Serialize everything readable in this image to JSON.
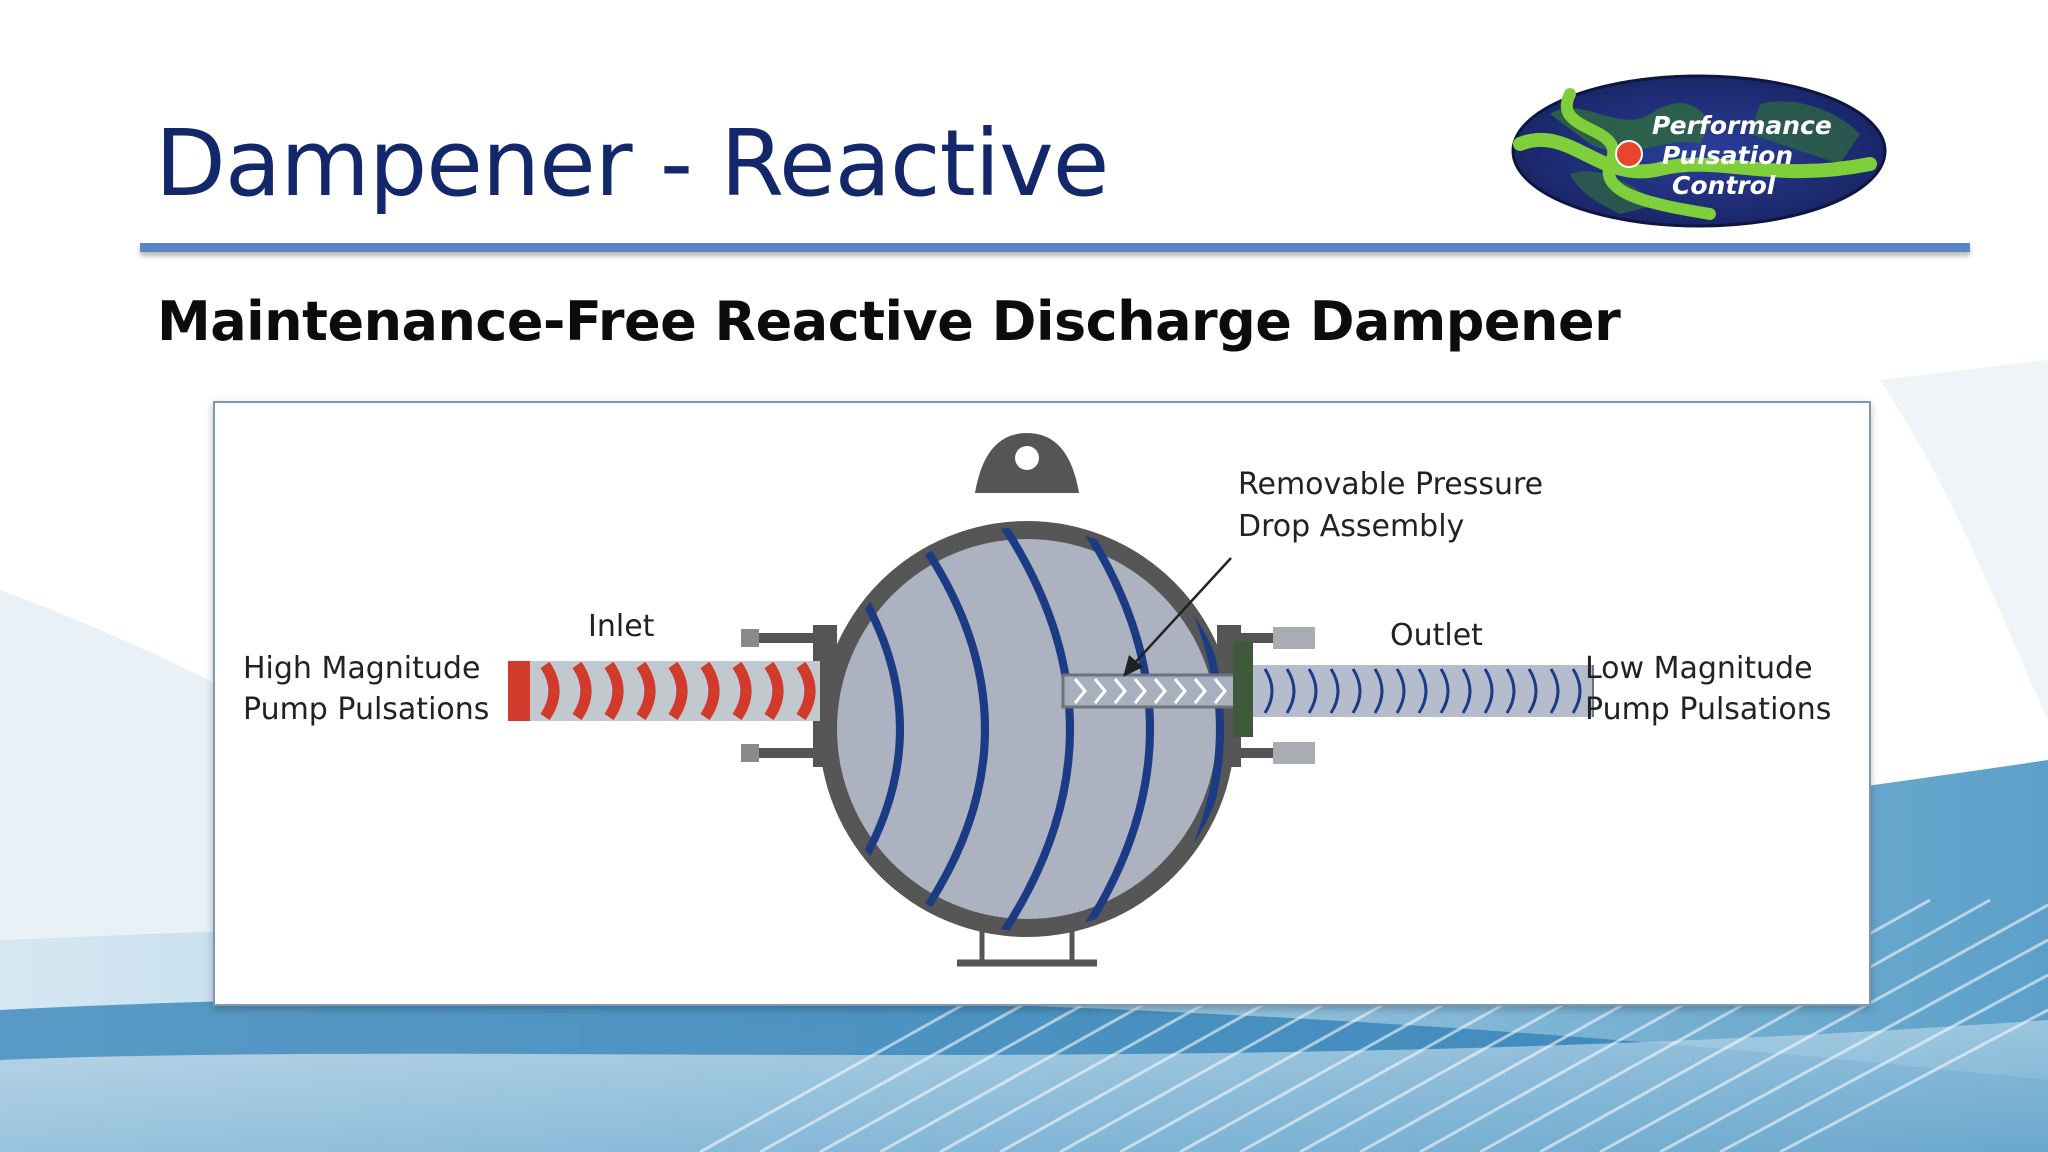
{
  "slide": {
    "title": "Dampener - Reactive",
    "subtitle": "Maintenance-Free Reactive Discharge Dampener"
  },
  "logo": {
    "lines": [
      "Performance",
      "Pulsation",
      "Control"
    ]
  },
  "diagram": {
    "labels": {
      "inlet": "Inlet",
      "outlet": "Outlet",
      "high_line1": "High Magnitude",
      "high_line2": "Pump Pulsations",
      "low_line1": "Low Magnitude",
      "low_line2": "Pump Pulsations",
      "removable_line1": "Removable Pressure",
      "removable_line2": "Drop Assembly"
    }
  },
  "colors": {
    "title": "#13286b",
    "rule": "#5b86c4",
    "pulse_high": "#d23a2c",
    "pulse_low": "#1b3b85",
    "vessel_body": "#acb2bf",
    "vessel_shell": "#565656"
  }
}
